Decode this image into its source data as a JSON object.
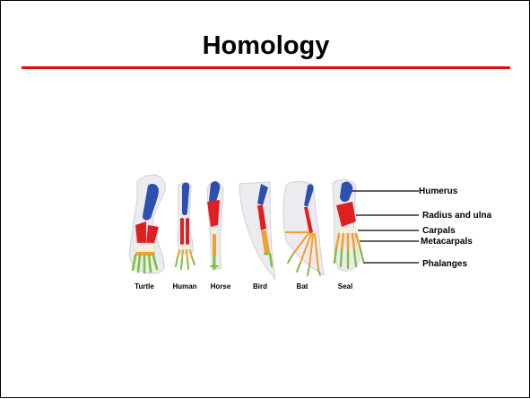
{
  "slide": {
    "title": "Homology"
  },
  "colors": {
    "title_rule": "#e01010",
    "humerus": "#2c4fb0",
    "radius_ulna": "#e02020",
    "carpals": "#f4f0e0",
    "metacarpals": "#f0a030",
    "phalanges": "#7cc040",
    "limb_outline": "#d8d8dc"
  },
  "diagram": {
    "animals": [
      "Turtle",
      "Human",
      "Horse",
      "Bird",
      "Bat",
      "Seal"
    ],
    "labels": [
      "Humerus",
      "Radius and ulna",
      "Carpals",
      "Metacarpals",
      "Phalanges"
    ]
  }
}
